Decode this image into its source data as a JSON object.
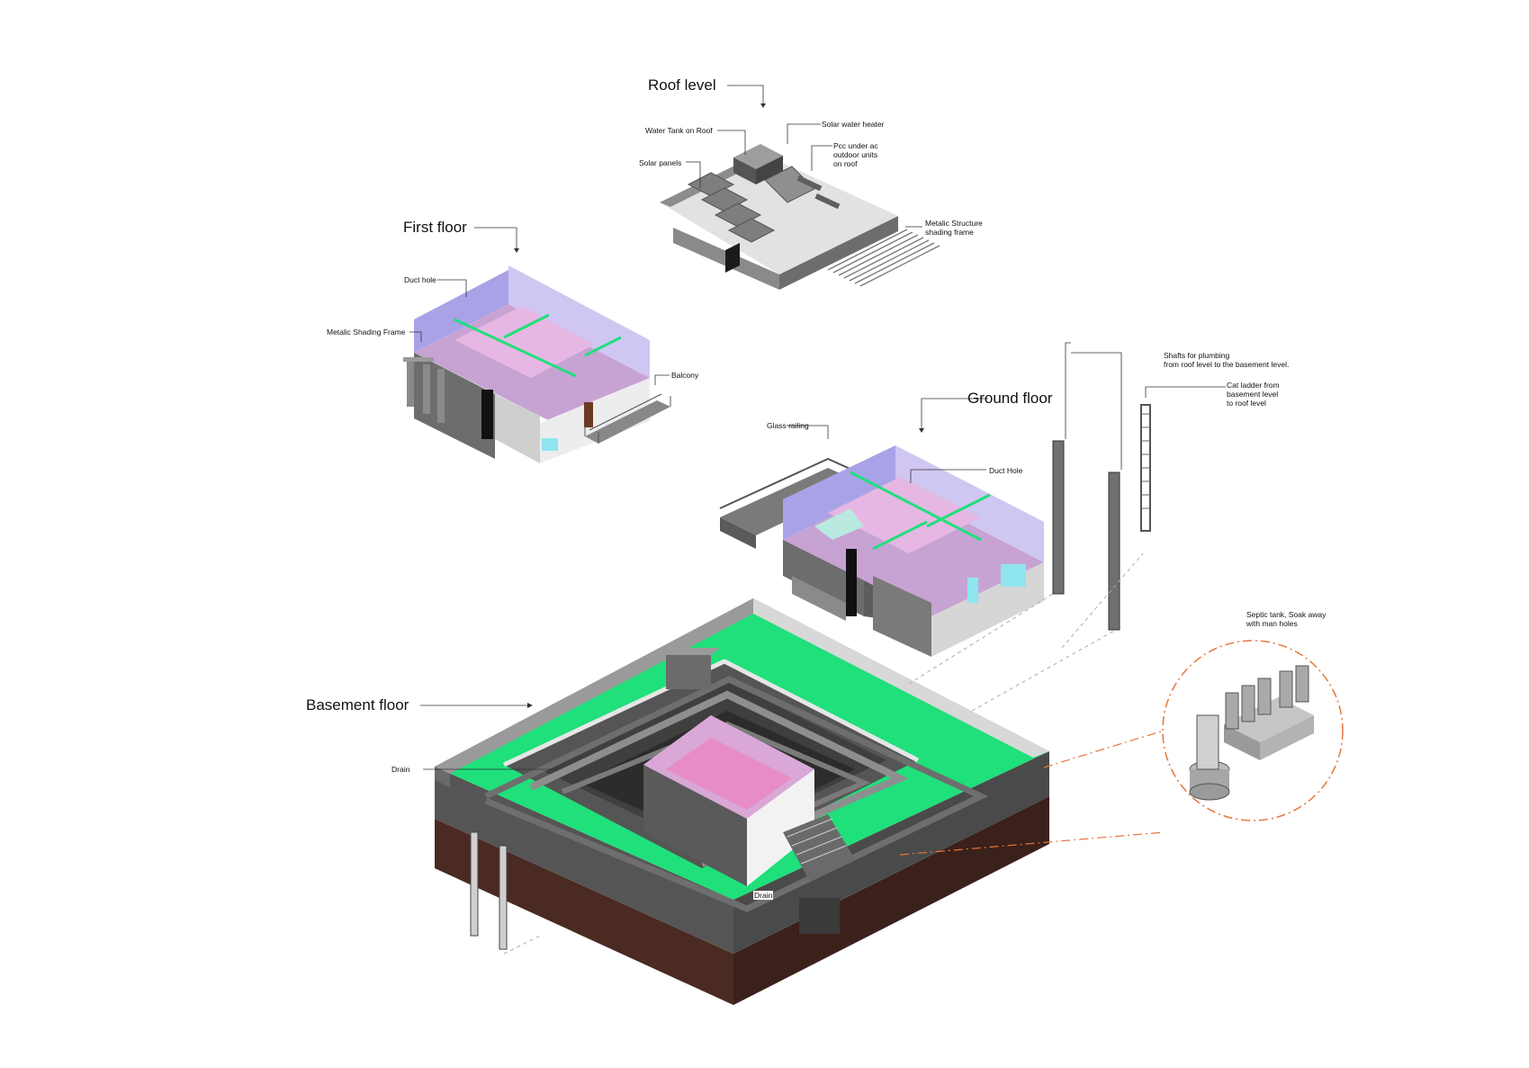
{
  "titles": {
    "roof": "Roof level",
    "first": "First floor",
    "ground": "Ground floor",
    "basement": "Basement floor"
  },
  "notes": {
    "water_tank": "Water Tank on Roof",
    "solar_heater": "Solar water heater",
    "pcc_ac": "Pcc under ac\noutdoor units\non roof",
    "solar_panels": "Solar panels",
    "metalic_structure": "Metalic Structure\nshading frame",
    "duct_hole_first": "Duct hole",
    "metalic_shading_frame": "Metalic Shading Frame",
    "balcony": "Balcony",
    "shafts": "Shafts for plumbing\nfrom roof level to the basement level.",
    "cat_ladder": "Cat ladder from\nbasement level\nto roof level",
    "glass_railing": "Glass railing",
    "duct_hole_ground": "Duct Hole",
    "septic": "Septic tank, Soak away\nwith man holes",
    "drain_left": "Drain",
    "drain_center": "Drain"
  },
  "colors": {
    "green": "#1fe07a",
    "purple": "#a9a2e6",
    "pink": "#d9a8d6",
    "wall": "#7b7b7b",
    "dark": "#3a3a3a",
    "roof": "#e2e2e2",
    "soil": "#4a2a22",
    "accent_orange": "#e8743b",
    "glass": "#8ee5f0"
  }
}
